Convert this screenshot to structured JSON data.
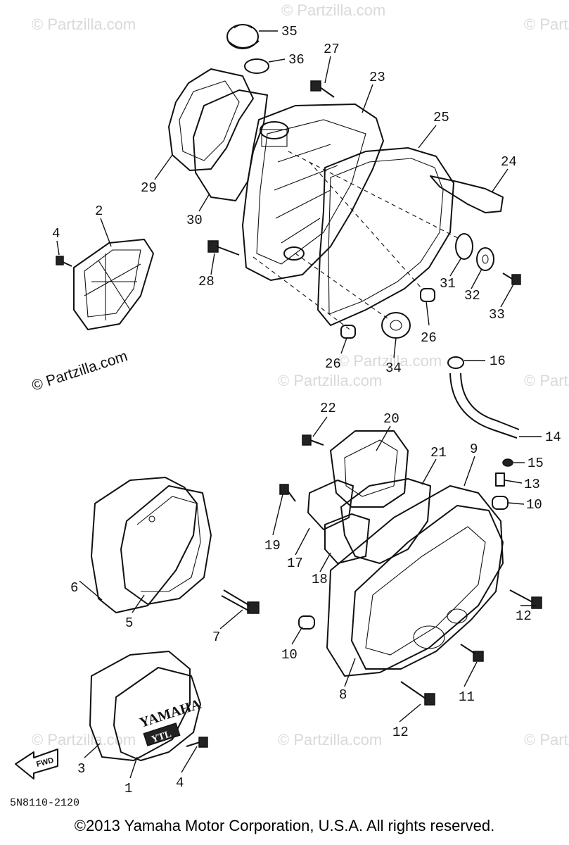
{
  "diagram": {
    "watermarks": [
      "© Partzilla.com",
      "© Partzilla.com",
      "© Partzilla.com",
      "© Partzilla.com",
      "© Partzilla.com",
      "© Partzilla.com",
      "© Partzilla.com",
      "© Partzilla.com",
      "© Partzilla.com"
    ],
    "site_label": "© Partzilla.com",
    "diagram_code": "5N8110-2120",
    "logo_text": "YAMAHA",
    "logo_badge": "YTL",
    "fwd_label": "FWD",
    "callouts": {
      "c35": "35",
      "c36": "36",
      "c27": "27",
      "c23": "23",
      "c25": "25",
      "c24": "24",
      "c29": "29",
      "c30": "30",
      "c2": "2",
      "c4a": "4",
      "c28": "28",
      "c31": "31",
      "c32": "32",
      "c33": "33",
      "c26a": "26",
      "c26b": "26",
      "c34": "34",
      "c16": "16",
      "c22": "22",
      "c20": "20",
      "c21": "21",
      "c9": "9",
      "c14": "14",
      "c15": "15",
      "c13": "13",
      "c10a": "10",
      "c19": "19",
      "c17": "17",
      "c18": "18",
      "c6": "6",
      "c5": "5",
      "c7": "7",
      "c12a": "12",
      "c10b": "10",
      "c11": "11",
      "c8": "8",
      "c12b": "12",
      "c3": "3",
      "c1": "1",
      "c4b": "4"
    }
  },
  "footer": {
    "copyright": "©2013  Yamaha Motor Corporation, U.S.A. All rights reserved."
  }
}
